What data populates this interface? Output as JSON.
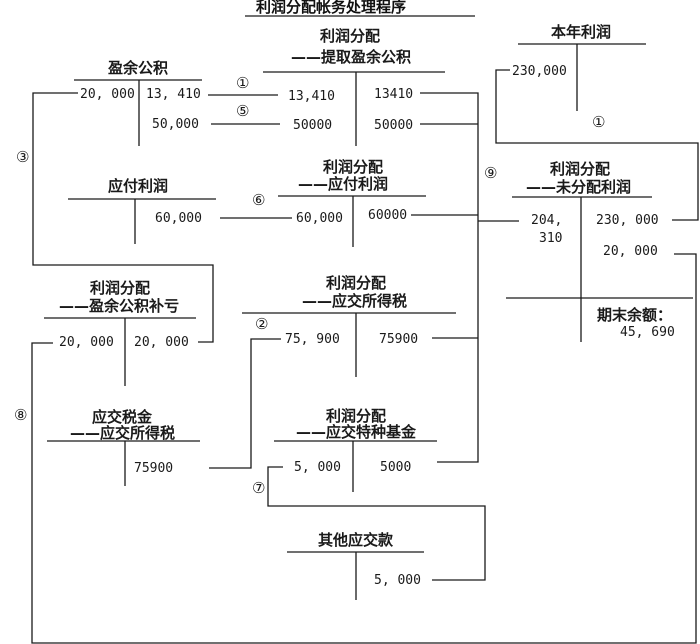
{
  "title": "利润分配帐务处理程序",
  "accounts": {
    "surplus_reserve": {
      "name": "盈余公积",
      "debit": [
        "20, 000"
      ],
      "credit": [
        "13, 410",
        "50,000"
      ]
    },
    "pd_surplus_extract": {
      "name_line1": "利润分配",
      "name_line2": "——提取盈余公积",
      "debit": [
        "13,410",
        "50000"
      ],
      "credit": [
        "13410",
        "50000"
      ]
    },
    "current_year_profit": {
      "name": "本年利润",
      "debit": [
        "230,000"
      ],
      "credit": []
    },
    "dividends_payable": {
      "name": "应付利润",
      "debit": [],
      "credit": [
        "60,000"
      ]
    },
    "pd_dividends_payable": {
      "name_line1": "利润分配",
      "name_line2": "——应付利润",
      "debit": [
        "60,000"
      ],
      "credit": [
        "60000"
      ]
    },
    "pd_undistributed": {
      "name_line1": "利润分配",
      "name_line2": "——未分配利润",
      "debit": [
        "204,",
        "310"
      ],
      "credit": [
        "230, 000",
        "20, 000"
      ],
      "ending_balance_label": "期末余额：",
      "ending_balance_value": "45, 690"
    },
    "pd_surplus_loss_cover": {
      "name_line1": "利润分配",
      "name_line2": "——盈余公积补亏",
      "debit": [
        "20, 000"
      ],
      "credit": [
        "20, 000"
      ]
    },
    "pd_income_tax": {
      "name_line1": "利润分配",
      "name_line2": "——应交所得税",
      "debit": [
        "75, 900"
      ],
      "credit": [
        "75900"
      ]
    },
    "tax_payable_income": {
      "name_line1": "应交税金",
      "name_line2": "——应交所得税",
      "debit": [],
      "credit": [
        "75900"
      ]
    },
    "pd_special_fund": {
      "name_line1": "利润分配",
      "name_line2": "——应交特种基金",
      "debit": [
        "5, 000"
      ],
      "credit": [
        "5000"
      ]
    },
    "other_payables": {
      "name": "其他应交款",
      "debit": [],
      "credit": [
        "5, 000"
      ]
    }
  },
  "step_markers": {
    "m1a": "①",
    "m1b": "①",
    "m2": "②",
    "m3": "③",
    "m5": "⑤",
    "m6": "⑥",
    "m7": "⑦",
    "m8": "⑧",
    "m9": "⑨"
  }
}
